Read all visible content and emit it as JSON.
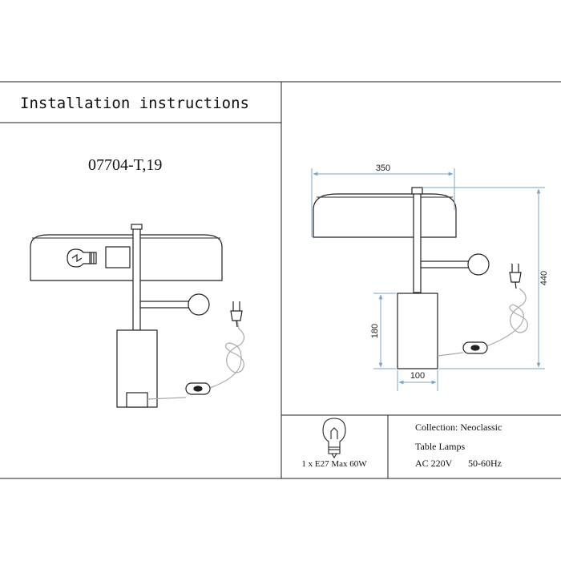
{
  "header": {
    "title": "Installation instructions",
    "model": "07704-T,19"
  },
  "dimensions": {
    "width": "350",
    "height": "440",
    "base_height": "180",
    "base_width": "100"
  },
  "bulb_spec": "1 x E27 Max 60W",
  "info": {
    "collection": "Collection: Neoclassic",
    "type": "Table Lamps",
    "voltage": "AC 220V",
    "frequency": "50-60Hz"
  }
}
